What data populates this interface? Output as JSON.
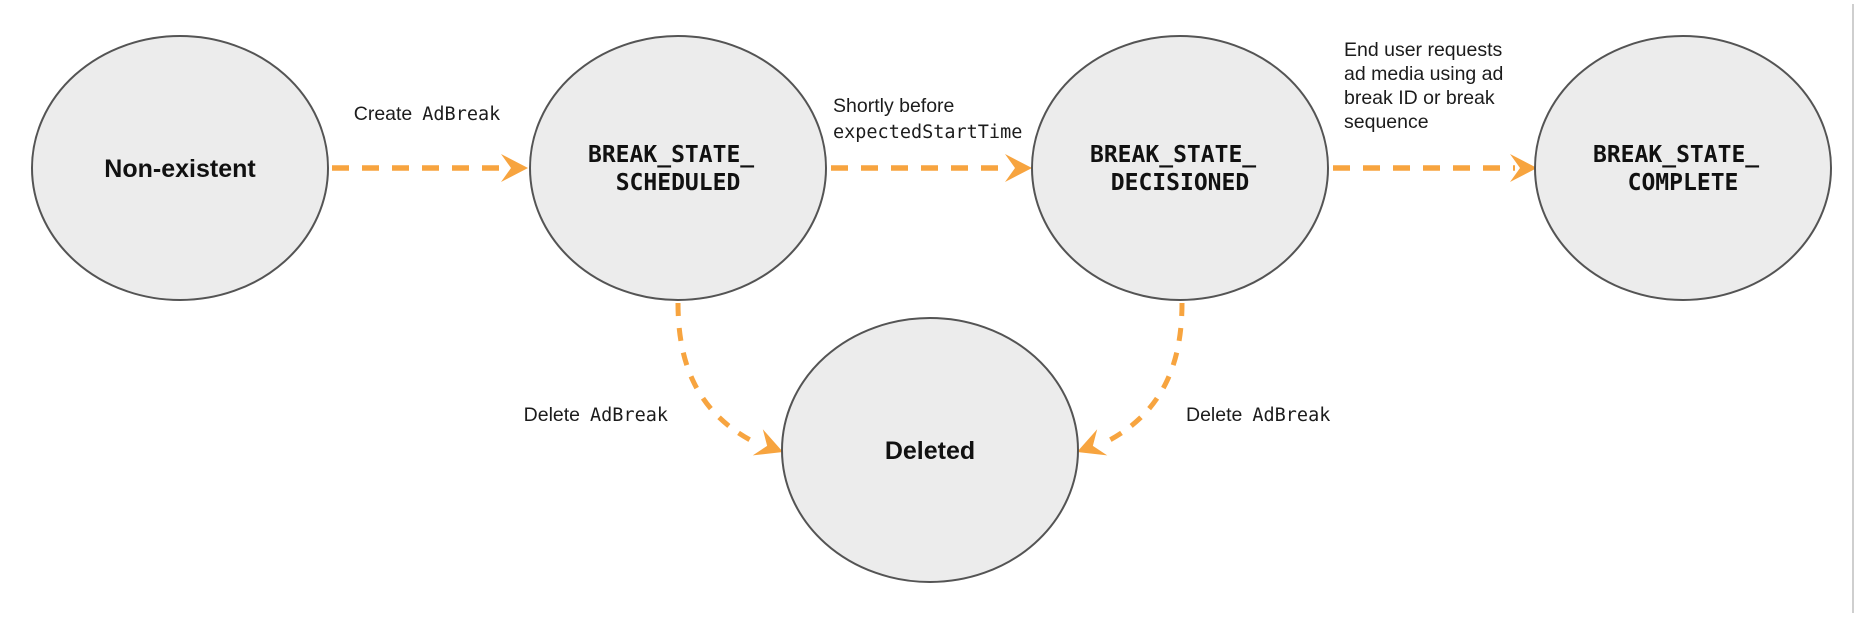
{
  "diagram": {
    "type": "state-diagram",
    "colors": {
      "node_fill": "#ececec",
      "node_stroke": "#545454",
      "arrow": "#f7a43f",
      "label_text": "#1c1c1c",
      "right_rule": "#cfcfcf"
    },
    "nodes": {
      "nonexistent": {
        "label": "Non-existent"
      },
      "scheduled": {
        "label": "BREAK_STATE_SCHEDULED",
        "line1": "BREAK_STATE_",
        "line2": "SCHEDULED"
      },
      "decisioned": {
        "label": "BREAK_STATE_DECISIONED",
        "line1": "BREAK_STATE_",
        "line2": "DECISIONED"
      },
      "complete": {
        "label": "BREAK_STATE_COMPLETE",
        "line1": "BREAK_STATE_",
        "line2": "COMPLETE"
      },
      "deleted": {
        "label": "Deleted"
      }
    },
    "transitions": {
      "create_adbreak": {
        "from": "Non-existent",
        "to": "BREAK_STATE_SCHEDULED",
        "text": "Create",
        "code": "AdBreak"
      },
      "shortly_before": {
        "from": "BREAK_STATE_SCHEDULED",
        "to": "BREAK_STATE_DECISIONED",
        "text": "Shortly before",
        "code": "expectedStartTime"
      },
      "end_user": {
        "from": "BREAK_STATE_DECISIONED",
        "to": "BREAK_STATE_COMPLETE",
        "line1": "End user requests",
        "line2": "ad media using ad",
        "line3": "break ID or break",
        "line4": "sequence"
      },
      "delete_left": {
        "from": "BREAK_STATE_SCHEDULED",
        "to": "Deleted",
        "text": "Delete",
        "code": "AdBreak"
      },
      "delete_right": {
        "from": "BREAK_STATE_DECISIONED",
        "to": "Deleted",
        "text": "Delete",
        "code": "AdBreak"
      }
    }
  }
}
